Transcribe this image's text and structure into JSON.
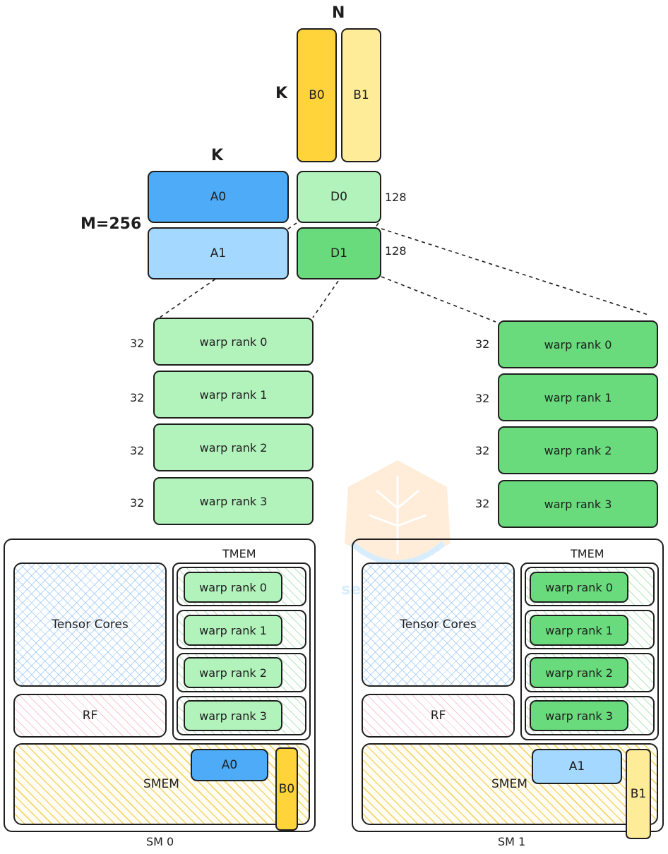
{
  "colors": {
    "b0": "#ffd43b",
    "b1": "#ffec99",
    "a0": "#4dabf7",
    "a1": "#a5d8ff",
    "d0": "#b2f2bb",
    "d1": "#69db7c",
    "warp_light": "#b2f2bb",
    "warp_dark": "#69db7c"
  },
  "matrix": {
    "n_label": "N",
    "k_label_b": "K",
    "k_label_a": "K",
    "m_label": "M=256",
    "b0": "B0",
    "b1": "B1",
    "a0": "A0",
    "a1": "A1",
    "d0": "D0",
    "d1": "D1",
    "d0_rows": "128",
    "d1_rows": "128"
  },
  "warps_left": [
    {
      "label": "warp rank 0",
      "rows": "32"
    },
    {
      "label": "warp rank 1",
      "rows": "32"
    },
    {
      "label": "warp rank 2",
      "rows": "32"
    },
    {
      "label": "warp rank 3",
      "rows": "32"
    }
  ],
  "warps_right": [
    {
      "label": "warp rank 0",
      "rows": "32"
    },
    {
      "label": "warp rank 1",
      "rows": "32"
    },
    {
      "label": "warp rank 2",
      "rows": "32"
    },
    {
      "label": "warp rank 3",
      "rows": "32"
    }
  ],
  "sm0": {
    "title": "SM 0",
    "tmem": "TMEM",
    "tensor": "Tensor Cores",
    "rf": "RF",
    "smem": "SMEM",
    "a_tile": "A0",
    "b_tile": "B0",
    "warps": [
      "warp rank 0",
      "warp rank 1",
      "warp rank 2",
      "warp rank 3"
    ]
  },
  "sm1": {
    "title": "SM 1",
    "tmem": "TMEM",
    "tensor": "Tensor Cores",
    "rf": "RF",
    "smem": "SMEM",
    "a_tile": "A1",
    "b_tile": "B1",
    "warps": [
      "warp rank 0",
      "warp rank 1",
      "warp rank 2",
      "warp rank 3"
    ]
  }
}
